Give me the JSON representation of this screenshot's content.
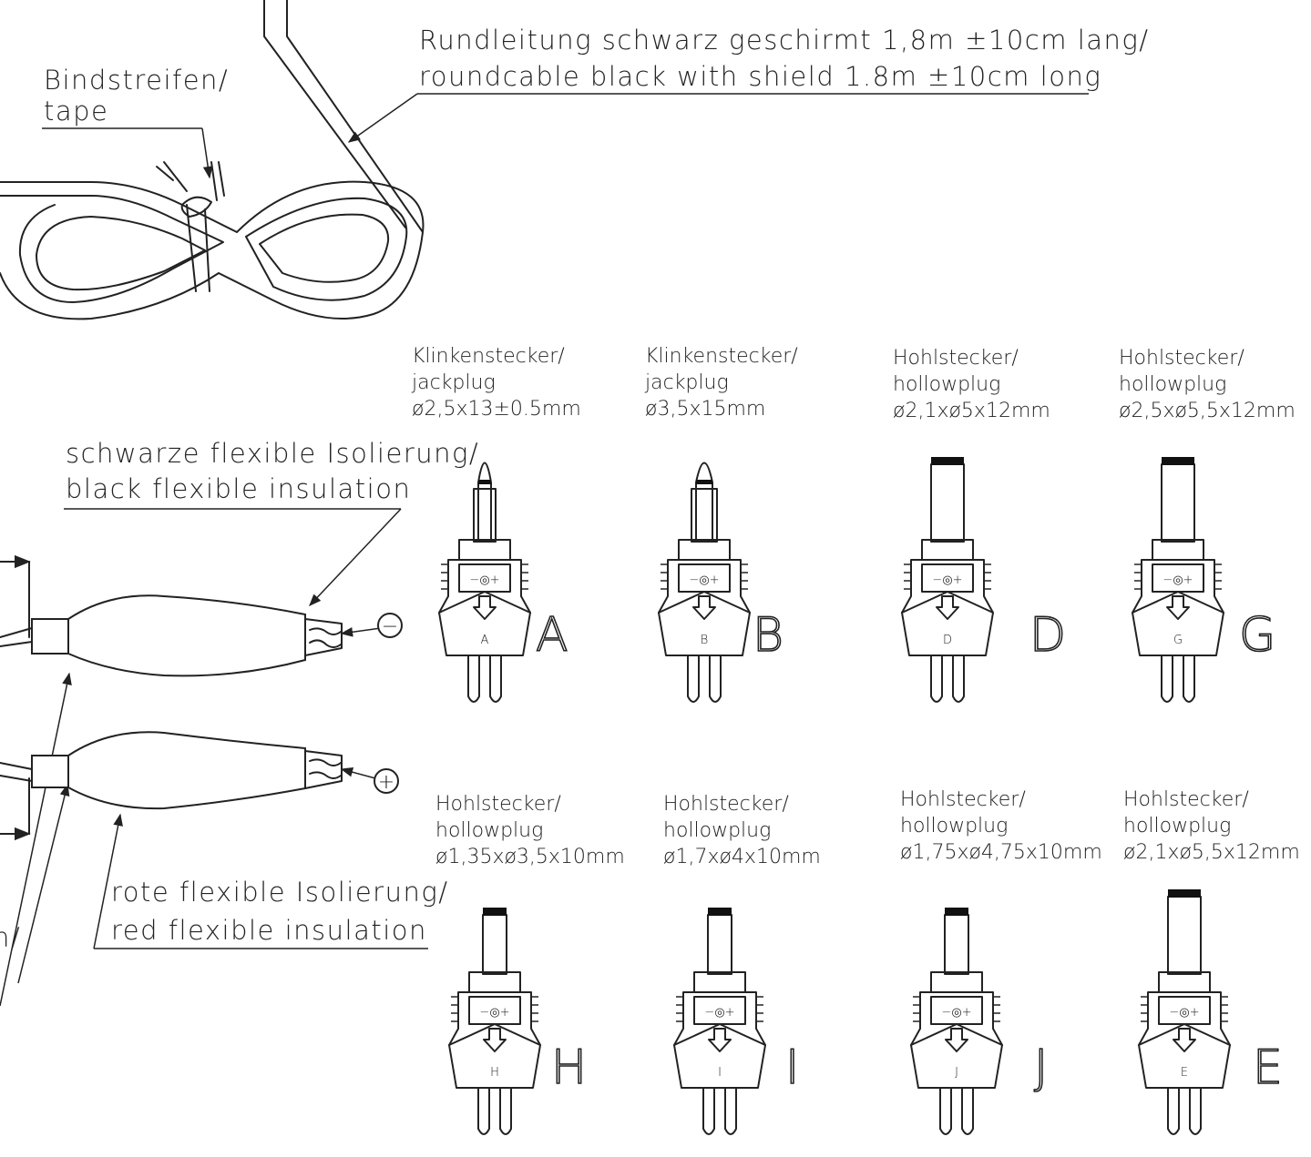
{
  "cable": {
    "label_de": "Rundleitung schwarz geschirmt 1,8m ±10cm lang/",
    "label_en": "roundcable black with shield 1.8m ±10cm long"
  },
  "tape": {
    "label_de": "Bindstreifen/",
    "label_en": "tape"
  },
  "black_insulation": {
    "label_de": "schwarze flexible Isolierung/",
    "label_en": "black flexible insulation"
  },
  "red_insulation": {
    "label_de": "rote flexible Isolierung/",
    "label_en": "red flexible insulation"
  },
  "polarity": {
    "minus": "−",
    "plus": "+"
  },
  "cut_label": "n/",
  "plugs": [
    {
      "type": "jack",
      "name_de": "Klinkenstecker/",
      "name_en": "jackplug",
      "size": "ø2,5x13±0.5mm",
      "letter": "A"
    },
    {
      "type": "jack",
      "name_de": "Klinkenstecker/",
      "name_en": "jackplug",
      "size": "ø3,5x15mm",
      "letter": "B"
    },
    {
      "type": "hollow",
      "name_de": "Hohlstecker/",
      "name_en": "hollowplug",
      "size": "ø2,1xø5x12mm",
      "letter": "D"
    },
    {
      "type": "hollow",
      "name_de": "Hohlstecker/",
      "name_en": "hollowplug",
      "size": "ø2,5xø5,5x12mm",
      "letter": "G"
    },
    {
      "type": "hollow",
      "name_de": "Hohlstecker/",
      "name_en": "hollowplug",
      "size": "ø1,35xø3,5x10mm",
      "letter": "H"
    },
    {
      "type": "hollow",
      "name_de": "Hohlstecker/",
      "name_en": "hollowplug",
      "size": "ø1,7xø4x10mm",
      "letter": "I"
    },
    {
      "type": "hollow",
      "name_de": "Hohlstecker/",
      "name_en": "hollowplug",
      "size": "ø1,75xø4,75x10mm",
      "letter": "J"
    },
    {
      "type": "hollow",
      "name_de": "Hohlstecker/",
      "name_en": "hollowplug",
      "size": "ø2,1xø5,5x12mm",
      "letter": "E"
    }
  ]
}
